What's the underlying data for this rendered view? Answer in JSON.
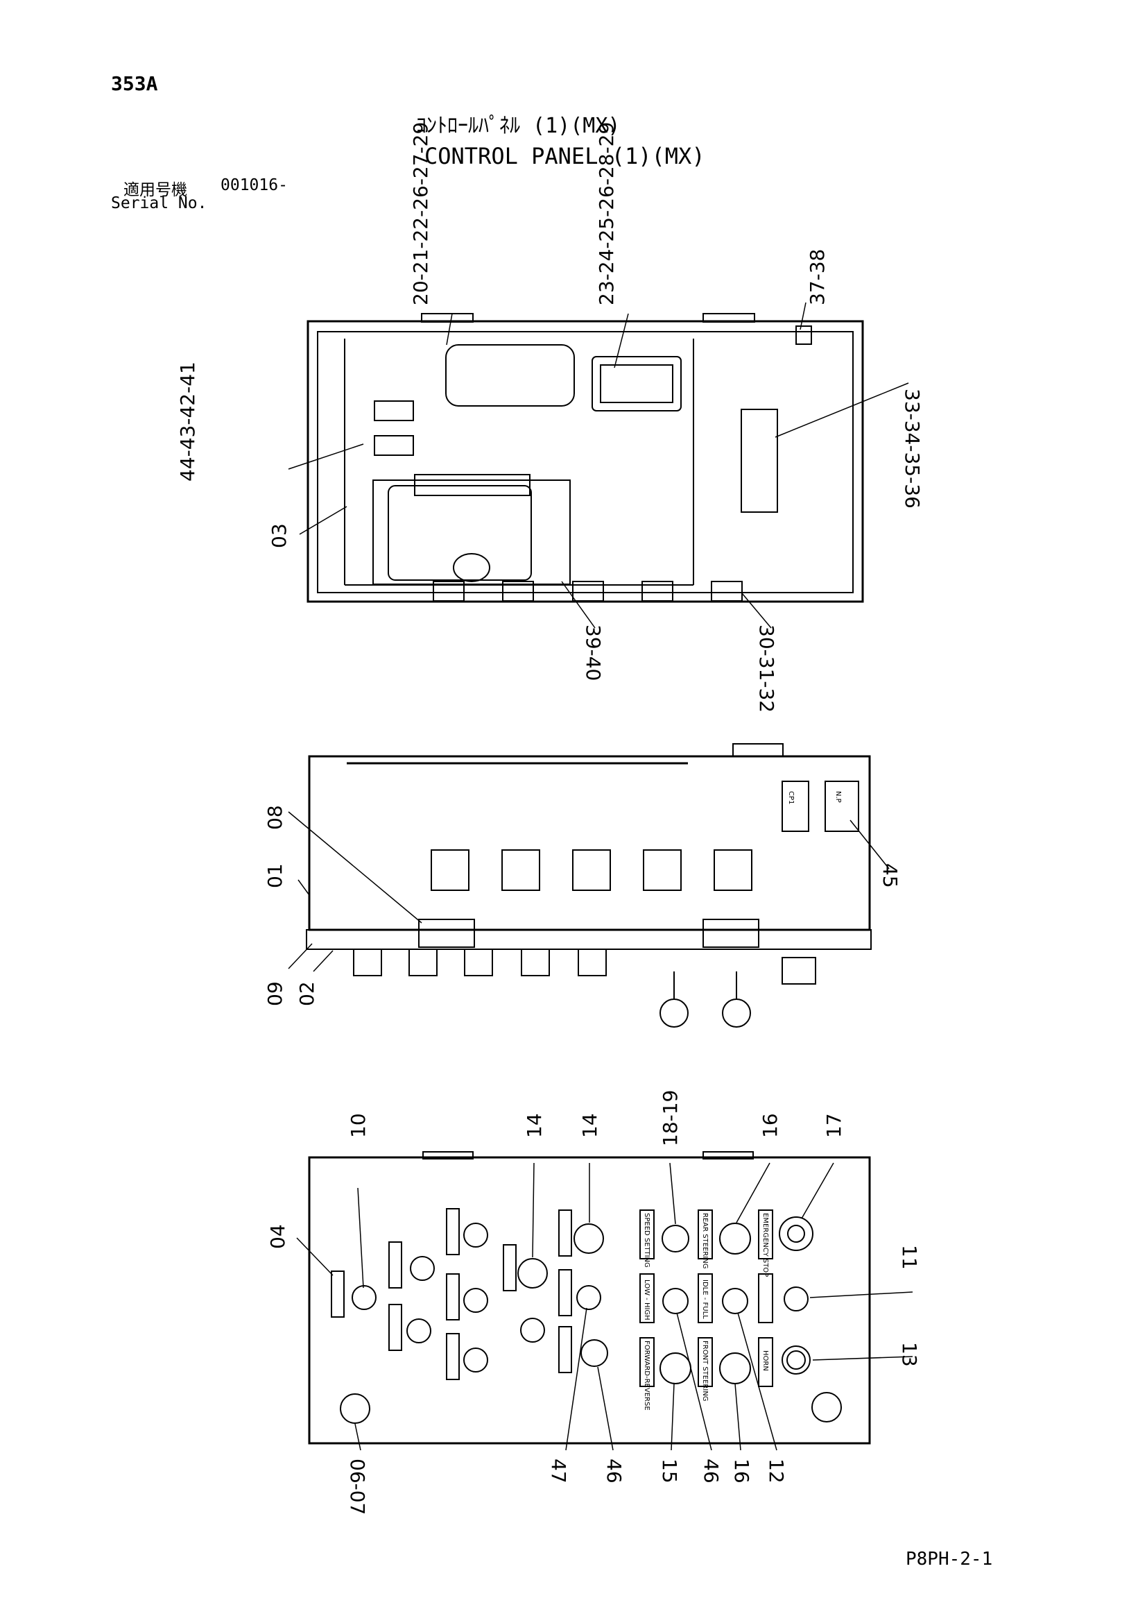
{
  "header": {
    "page_number": "353A",
    "title_jp": "ｺﾝﾄﾛｰﾙﾊﾟﾈﾙ (1)(MX)",
    "title_en": "CONTROL PANEL (1)(MX)",
    "serial_label_jp": "適用号機",
    "serial_value": "001016-",
    "serial_label_en": "Serial No."
  },
  "footer": {
    "drawing_code": "P8PH-2-1"
  },
  "views": {
    "top": {
      "callouts": {
        "c1": "20-21-22-26-27-29",
        "c2": "23-24-25-26-28-29",
        "c3": "37-38",
        "c4": "33-34-35-36",
        "c5": "44-43-42-41",
        "c6": "03",
        "c7": "39-40",
        "c8": "30-31-32"
      }
    },
    "side": {
      "callouts": {
        "c1": "08",
        "c2": "01",
        "c3": "09",
        "c4": "02",
        "c5": "45"
      },
      "plate_labels": {
        "p1": "CP1",
        "p2": "N.P"
      }
    },
    "front": {
      "callouts": {
        "c1": "10",
        "c2": "14",
        "c3": "14",
        "c4": "18-19",
        "c5": "16",
        "c6": "17",
        "c7": "04",
        "c8": "11",
        "c9": "13",
        "c10": "06-07",
        "c11": "47",
        "c12": "46",
        "c13": "15",
        "c14": "46",
        "c15": "16",
        "c16": "12"
      },
      "switch_labels": {
        "s1": "SPEED SETTING",
        "s2": "REAR STEERING",
        "s3": "EMERGENCY STOP",
        "s4": "LOW - HIGH",
        "s5": "IDLE - FULL",
        "s6": "HORN",
        "s7": "FORWARD-REVERSE",
        "s8": "FRONT STEERING"
      }
    }
  }
}
